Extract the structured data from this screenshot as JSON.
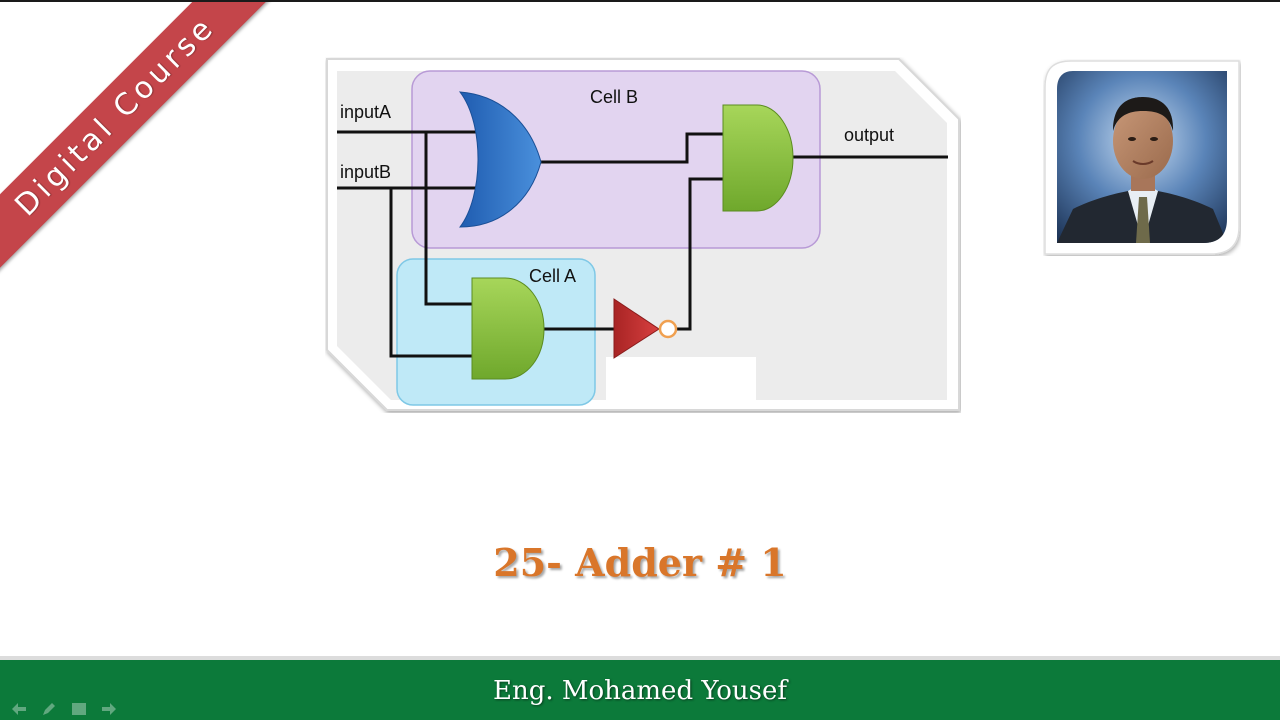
{
  "ribbon": {
    "label": "Digital Course"
  },
  "diagram": {
    "labels": {
      "input_a": "inputA",
      "input_b": "inputB",
      "cell_b": "Cell B",
      "cell_a": "Cell A",
      "output": "output"
    },
    "colors": {
      "cell_b_fill": "#e2d4f0",
      "cell_a_fill": "#bfe9f7",
      "or_gate": "#2f6fc4",
      "and_gate": "#8cc43c",
      "not_gate": "#c83232",
      "not_bubble": "#f0a050",
      "background": "#ececec"
    }
  },
  "title": {
    "text": "25- Adder # 1"
  },
  "footer": {
    "author": "Eng. Mohamed Yousef"
  },
  "nav": [
    "back-icon",
    "pen-icon",
    "menu-icon",
    "forward-icon"
  ],
  "theme": {
    "ribbon_color": "#c4454a",
    "title_color": "#d9762a",
    "footer_color": "#0c7a3a"
  }
}
